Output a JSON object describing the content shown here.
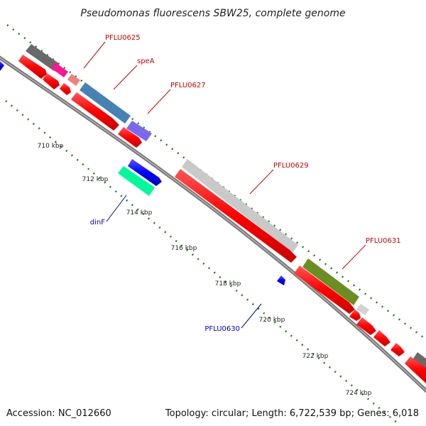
{
  "title": "Pseudomonas fluorescens SBW25, complete genome",
  "footer": {
    "accession": "Accession: NC_012660",
    "topology": "Topology: circular; Length: 6,722,539 bp; Genes: 6,018"
  },
  "ticks": [
    {
      "label": "710 kbp"
    },
    {
      "label": "712 kbp"
    },
    {
      "label": "714 kbp"
    },
    {
      "label": "716 kbp"
    },
    {
      "label": "718 kbp"
    },
    {
      "label": "720 kbp"
    },
    {
      "label": "722 kbp"
    },
    {
      "label": "724 kbp"
    }
  ],
  "genes": [
    {
      "label": "PFLU0625",
      "color": "#cc0000",
      "strand": "forward"
    },
    {
      "label": "speA",
      "color": "#cc0000",
      "strand": "forward"
    },
    {
      "label": "PFLU0627",
      "color": "#cc0000",
      "strand": "forward"
    },
    {
      "label": "PFLU0629",
      "color": "#cc0000",
      "strand": "forward"
    },
    {
      "label": "PFLU0631",
      "color": "#cc0000",
      "strand": "forward"
    },
    {
      "label": "dinF",
      "color": "#0000cc",
      "strand": "reverse"
    },
    {
      "label": "PFLU0630",
      "color": "#0000cc",
      "strand": "reverse"
    }
  ],
  "colors": {
    "backbone": "#808080",
    "forward_cds": "#ff0000",
    "reverse_cds": "#0000ff",
    "tick_dots": "#1a7f1a",
    "function_gray": "#a9a9a9",
    "function_steelblue": "#4682b4",
    "function_slateblue": "#7b68ee",
    "function_olive": "#6b8e23",
    "function_pink": "#ff1493",
    "function_salmon": "#f08080",
    "function_aquamarine": "#00fa9a",
    "function_darkgray": "#696969"
  }
}
